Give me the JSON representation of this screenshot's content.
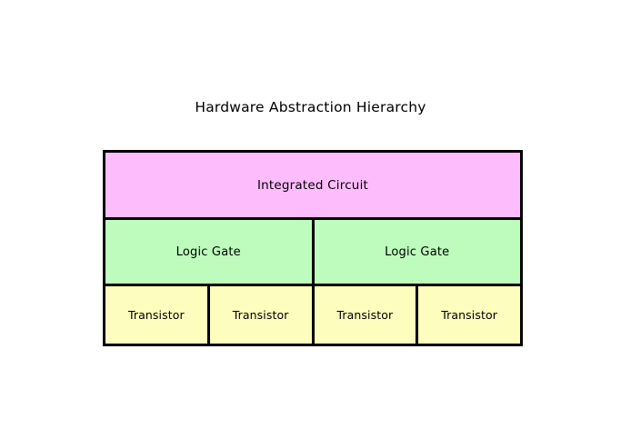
{
  "page": {
    "title": "Hardware Abstraction Hierarchy",
    "background_color": "#ffffff",
    "text_color": "#000000"
  },
  "colors": {
    "integrated_circuit_fill": "#fdbdfc",
    "logic_gate_fill": "#bdfcbd",
    "transistor_fill": "#fdfdbd",
    "border": "#000000"
  },
  "diagram": {
    "type": "nested-block-hierarchy",
    "tiers": [
      {
        "level": 1,
        "name": "integrated-circuit",
        "fill": "#fdbdfc",
        "cells": [
          {
            "label": "Integrated Circuit"
          }
        ]
      },
      {
        "level": 2,
        "name": "logic-gate",
        "fill": "#bdfcbd",
        "cells": [
          {
            "label": "Logic Gate"
          },
          {
            "label": "Logic Gate"
          }
        ]
      },
      {
        "level": 3,
        "name": "transistor",
        "fill": "#fdfdbd",
        "cells": [
          {
            "label": "Transistor"
          },
          {
            "label": "Transistor"
          },
          {
            "label": "Transistor"
          },
          {
            "label": "Transistor"
          }
        ]
      }
    ]
  }
}
